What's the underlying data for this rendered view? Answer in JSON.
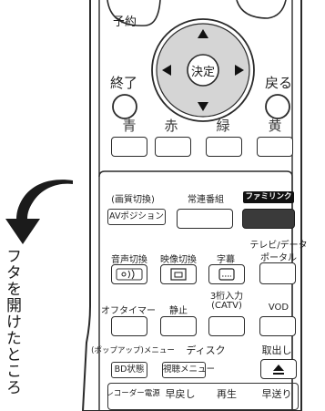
{
  "side_caption": "フタを開けたところ",
  "top_button": "予約",
  "dpad": {
    "center": "決定"
  },
  "nav": {
    "end": "終了",
    "back": "戻る"
  },
  "colors": {
    "blue_label": "青",
    "red_label": "赤",
    "green_label": "緑",
    "yellow_label": "黄",
    "label_color": "#3a3a3a"
  },
  "panel": {
    "picture_switch": "(画質切換)",
    "regular_channel": "常連番組",
    "familink": "ファミリンク",
    "av_position": "AVポジション",
    "audio_switch": "音声切換",
    "video_switch": "映像切換",
    "subtitle": "字幕",
    "tv_data_portal": [
      "テレビ/データ",
      "ポータル"
    ],
    "off_timer": "オフタイマー",
    "pause": "静止",
    "three_digit": [
      "3桁入力",
      "(CATV)"
    ],
    "vod": "VOD",
    "popup_menu": "(ポップアップ)メニュー",
    "disc": "ディスク",
    "eject": "取出し",
    "bd_status": "BD状態",
    "viewing_menu": "視聴メニュー",
    "recorder_power": "レコーダー電源",
    "rewind": "早戻し",
    "play": "再生",
    "fast_forward": "早送り"
  },
  "icons": {
    "arrow": "curved-down-arrow-icon",
    "dpad_up": "triangle-up-icon",
    "dpad_down": "triangle-down-icon",
    "dpad_left": "triangle-left-icon",
    "dpad_right": "triangle-right-icon",
    "audio": "audio-wave-icon",
    "video": "video-frame-icon",
    "subtitle": "subtitle-box-icon",
    "eject": "eject-icon"
  }
}
